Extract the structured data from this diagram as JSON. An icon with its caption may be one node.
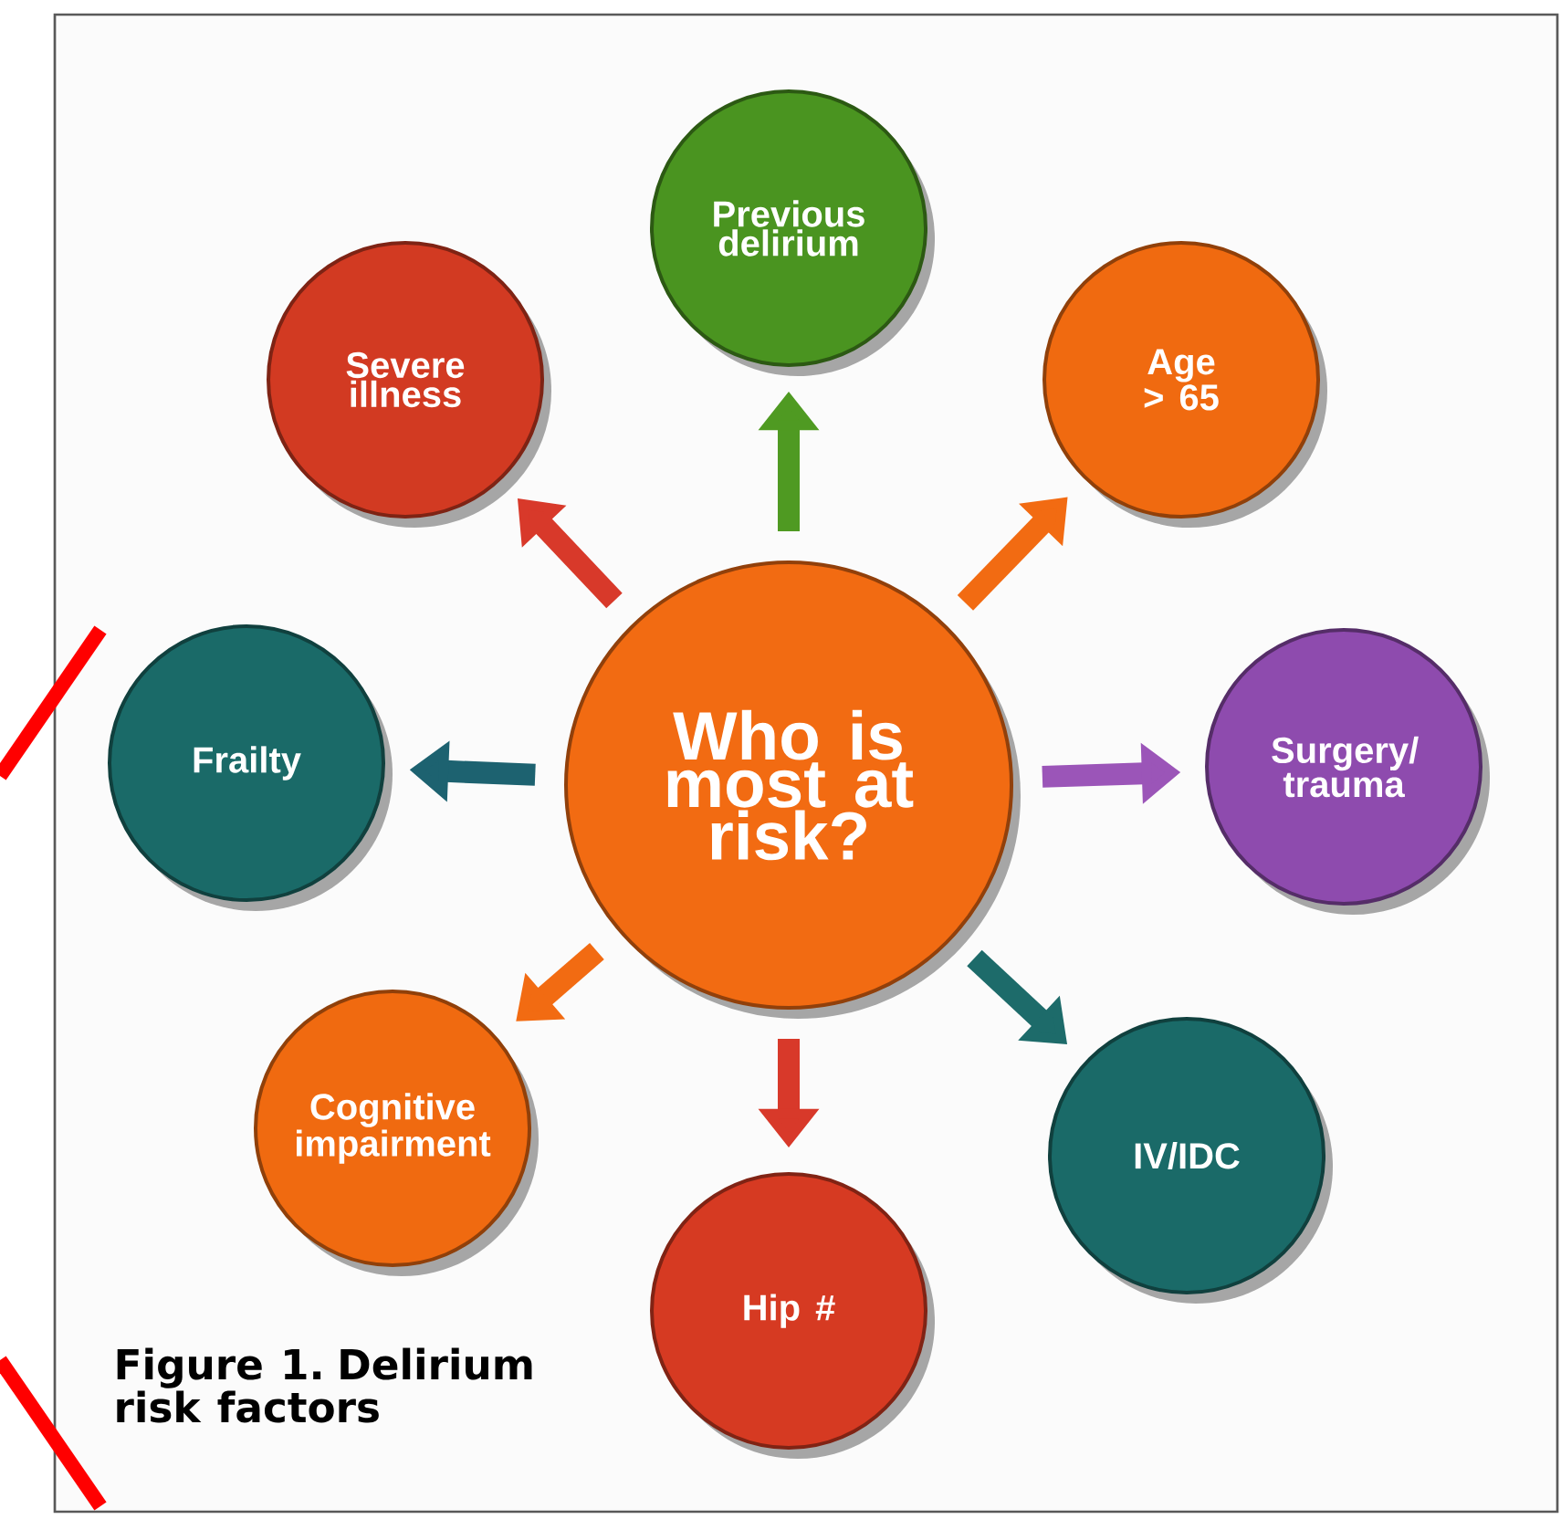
{
  "diagram": {
    "caption": "Figure 1. Delirium risk factors",
    "nodes": [
      {
        "text": [
          "Who is most at risk?"
        ]
      },
      {
        "text": [
          "Previous delirium"
        ]
      },
      {
        "text": [
          "Severe illness"
        ]
      },
      {
        "text": [
          "Age > 65"
        ]
      },
      {
        "text": [
          "Frailty"
        ]
      },
      {
        "text": [
          "Surgery/ trauma"
        ]
      },
      {
        "text": [
          "Cognitive impairment"
        ]
      },
      {
        "text": [
          "Hip #"
        ]
      },
      {
        "text": [
          "IV/IDC"
        ]
      }
    ],
    "edges": [
      {
        "from": 0,
        "to": 1,
        "arrow": "to",
        "color": "#4f9a22"
      },
      {
        "from": 0,
        "to": 2,
        "arrow": "to",
        "color": "#d8392a"
      },
      {
        "from": 0,
        "to": 3,
        "arrow": "to",
        "color": "#f26b12"
      },
      {
        "from": 0,
        "to": 4,
        "arrow": "to",
        "color": "#1d6270"
      },
      {
        "from": 0,
        "to": 5,
        "arrow": "to",
        "color": "#9b55b8"
      },
      {
        "from": 0,
        "to": 6,
        "arrow": "to",
        "color": "#f26b12"
      },
      {
        "from": 0,
        "to": 7,
        "arrow": "to",
        "color": "#d8392a"
      },
      {
        "from": 0,
        "to": 8,
        "arrow": "to",
        "color": "#1d6b6a"
      }
    ]
  }
}
